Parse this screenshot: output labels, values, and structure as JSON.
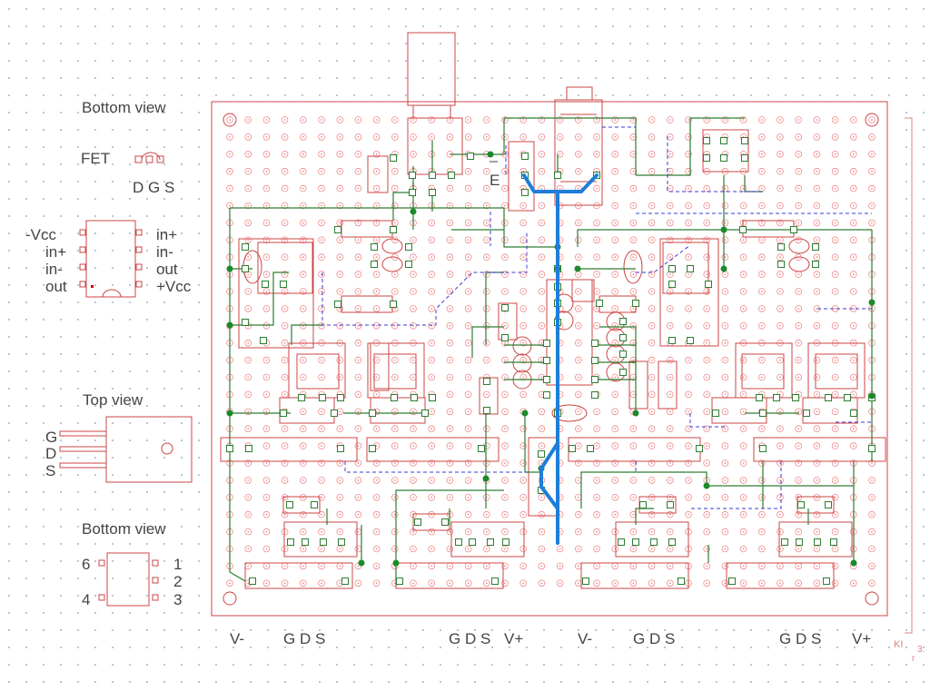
{
  "colors": {
    "board": "#cc4444",
    "pad": "#d46a6a",
    "grid_dot": "#f08a8a",
    "bg_dot": "#7ea0b8",
    "wire": "#2e7d32",
    "node": "#1b8a2a",
    "dashed": "#3b3bd8",
    "bus": "#1e7ed8",
    "label": "#444444",
    "corner_text": "#e08080"
  },
  "legend": {
    "bottom_view_top": "Bottom view",
    "fet_label": "FET",
    "fet_pins": "D G S",
    "opamp_left_pins": [
      "-Vcc",
      "in+",
      "in-",
      "out"
    ],
    "opamp_right_pins": [
      "in+",
      "in-",
      "out",
      "+Vcc"
    ],
    "top_view": "Top view",
    "top_view_pins": [
      "G",
      "D",
      "S"
    ],
    "bottom_view_bottom": "Bottom view",
    "bottom_pins_left": [
      "6",
      "4"
    ],
    "bottom_pins_right": [
      "1",
      "2",
      "3"
    ]
  },
  "board": {
    "silkscreen_mark": "E",
    "corner_text": [
      "KI",
      "3.",
      "r"
    ]
  },
  "footer_labels": [
    "V-",
    "G D S",
    "G D S",
    "V+",
    "V-",
    "G D S",
    "G D S",
    "V+"
  ]
}
